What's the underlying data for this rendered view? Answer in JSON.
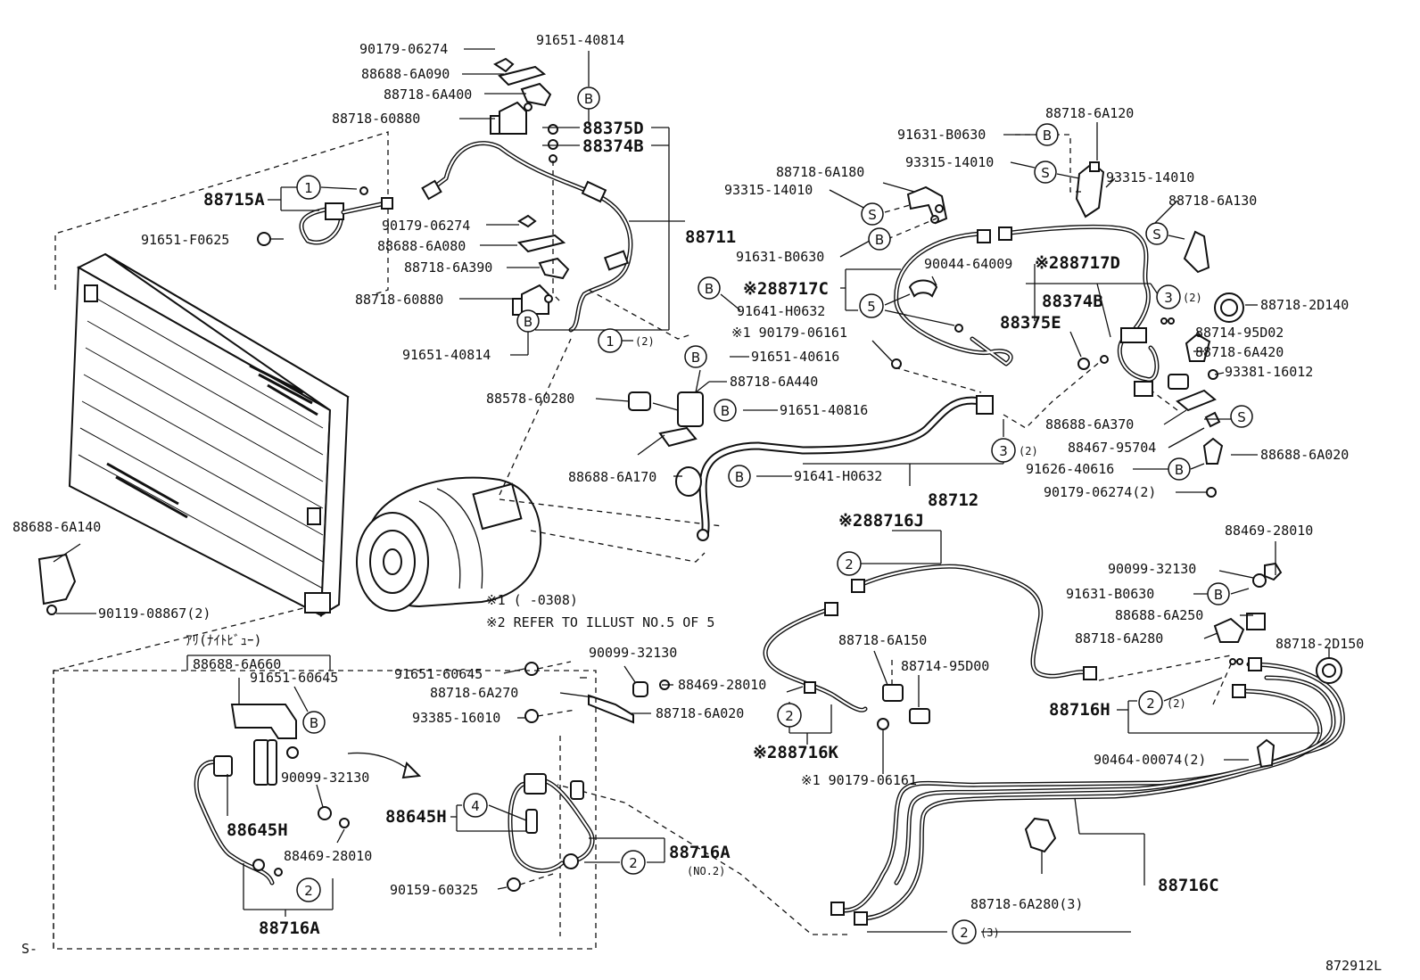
{
  "diagram_id": "872912L",
  "prefix_mark": "S-",
  "notes": {
    "note1": "※1 (     -0308)",
    "note2": "※2 REFER TO ILLUST NO.5 OF 5",
    "night_view": "ｱﾘ(ﾅｲﾄﾋﾞｭｰ)"
  },
  "callouts": {
    "c1": "1",
    "c2": "2",
    "c3": "3",
    "c4": "4",
    "c5": "5",
    "cB": "B",
    "cS": "S",
    "q2": "(2)",
    "q3": "(3)",
    "no2": "(NO.2)"
  },
  "labels": {
    "p90179_06274_a": "90179-06274",
    "p91651_40814_a": "91651-40814",
    "p88688_6A090": "88688-6A090",
    "p88718_6A400": "88718-6A400",
    "p88718_60880_a": "88718-60880",
    "p88375D": "88375D",
    "p88374B_a": "88374B",
    "p88715A": "88715A",
    "p90179_06274_b": "90179-06274",
    "p88711": "88711",
    "p91651_F0625": "91651-F0625",
    "p88688_6A080": "88688-6A080",
    "p88718_6A390": "88718-6A390",
    "p88718_60880_b": "88718-60880",
    "p91651_40814_b": "91651-40814",
    "p88718_6A120": "88718-6A120",
    "p91631_B0630_a": "91631-B0630",
    "p93315_14010_a": "93315-14010",
    "p88718_6A180": "88718-6A180",
    "p93315_14010_b": "93315-14010",
    "p93315_14010_c": "93315-14010",
    "p88718_6A130": "88718-6A130",
    "p91631_B0630_b": "91631-B0630",
    "p90044_64009": "90044-64009",
    "p88717D": "※288717D",
    "p88717C": "※288717C",
    "p91641_H0632_a": "91641-H0632",
    "p88374B_b": "88374B",
    "p88375E": "88375E",
    "p88718_2D140": "88718-2D140",
    "p90179_06161_a": "※1 90179-06161",
    "p88714_95D02": "88714-95D02",
    "p88718_6A420": "88718-6A420",
    "p93381_16012": "93381-16012",
    "p91651_40616": "91651-40616",
    "p88718_6A440": "88718-6A440",
    "p88578_60280": "88578-60280",
    "p91651_40816": "91651-40816",
    "p88688_6A370": "88688-6A370",
    "p88467_95704": "88467-95704",
    "p88688_6A170": "88688-6A170",
    "p91641_H0632_b": "91641-H0632",
    "p91626_40616": "91626-40616",
    "p88688_6A020": "88688-6A020",
    "p88712": "88712",
    "p90179_06274_c": "90179-06274(2)",
    "p88716J": "※288716J",
    "p88688_6A140": "88688-6A140",
    "p90119_08867": "90119-08867(2)",
    "p88469_28010_a": "88469-28010",
    "p90099_32130_a": "90099-32130",
    "p91631_B0630_c": "91631-B0630",
    "p88688_6A250": "88688-6A250",
    "p88718_6A280_a": "88718-6A280",
    "p88718_2D150": "88718-2D150",
    "p88718_6A150": "88718-6A150",
    "p88714_95D00": "88714-95D00",
    "p88688_6A660": "88688-6A660",
    "p91651_60645_a": "91651-60645",
    "p91651_60645_b": "91651-60645",
    "p90099_32130_b": "90099-32130",
    "p88469_28010_b": "88469-28010",
    "p88718_6A270": "88718-6A270",
    "p88718_6A020": "88718-6A020",
    "p93385_16010": "93385-16010",
    "p88716K": "※288716K",
    "p88716H": "88716H",
    "p90179_06161_b": "※1 90179-06161",
    "p90464_00074": "90464-00074(2)",
    "p90099_32130_c": "90099-32130",
    "p88645H_a": "88645H",
    "p88469_28010_c": "88469-28010",
    "p88645H_b": "88645H",
    "p88716A_a": "88716A",
    "p90159_60325": "90159-60325",
    "p88716C": "88716C",
    "p88716A_b": "88716A",
    "p88718_6A280_b": "88718-6A280(3)"
  }
}
